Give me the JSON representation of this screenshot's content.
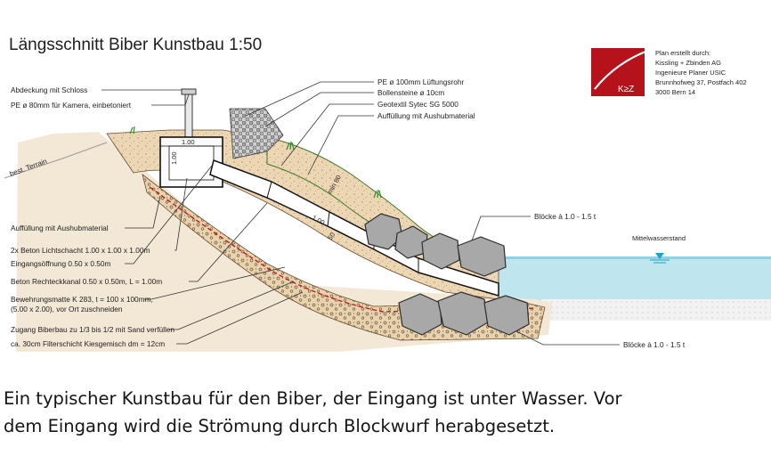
{
  "title": "Längsschnitt Biber Kunstbau 1:50",
  "firm": {
    "logo_text": "K≥Z",
    "lines": [
      "Plan erstellt durch:",
      "Kissling + Zbinden AG",
      "Ingenieure Planer USIC",
      "Brunnhofweg 37, Postfach 402",
      "3000 Bern 14"
    ],
    "brand_color": "#b5121b"
  },
  "labels_left": [
    "Abdeckung mit Schloss",
    "PE ø 80mm für Kamera, einbetoniert",
    "Auffüllung mit Aushubmaterial",
    "2x Beton Lichtschacht 1.00 x 1.00 x 1.00m",
    "Eingangsöffnung 0.50 x 0.50m",
    "Beton Rechteckkanal 0.50 x 0.50m, L = 1.00m",
    "Bewehrungsmatte K 283, t = 100 x 100mm,",
    "(5.00 x 2.00), vor Ort zuschneiden",
    "Zugang Biberbau zu 1/3 bis 1/2 mit Sand verfüllen",
    "ca. 30cm Filterschicht Kiesgemisch dm = 12cm"
  ],
  "labels_top": [
    "PE ø 100mm Lüftungsrohr",
    "Bollensteine ø 10cm",
    "Geotextil Sytec SG 5000",
    "Auffüllung mit Aushubmaterial"
  ],
  "label_terrain": "best. Terrain",
  "label_water": "Mittelwasserstand",
  "label_blocks_upper": "Blöcke à 1.0 - 1.5 t",
  "label_blocks_lower": "Blöcke à 1.0 - 1.5 t",
  "dims": {
    "shaft_width": "1.00",
    "shaft_height": "1.00",
    "channel_len": "1.00",
    "channel_h": "50",
    "cover": "min 80"
  },
  "caption": [
    "Ein typischer Kunstbau für den Biber, der Eingang ist unter Wasser. Vor",
    "dem Eingang wird die Strömung durch Blockwurf herabgesetzt."
  ]
}
